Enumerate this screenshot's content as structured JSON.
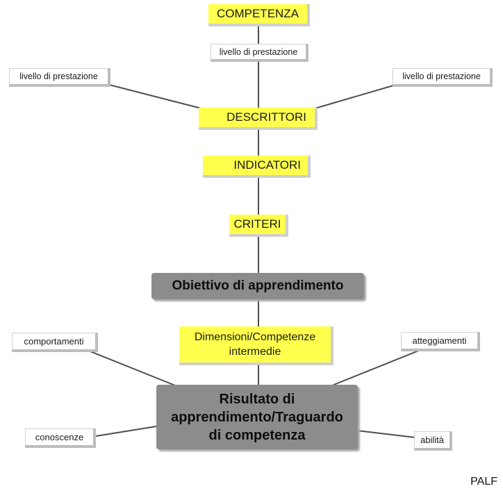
{
  "nodes": {
    "competenza": "COMPETENZA",
    "livello_top": "livello di prestazione",
    "livello_left": "livello di prestazione",
    "livello_right": "livello di prestazione",
    "descrittori": "DESCRITTORI",
    "indicatori": "INDICATORI",
    "criteri": "CRITERI",
    "obiettivo": "Obiettivo di apprendimento",
    "dimensioni_line1": "Dimensioni/Competenze",
    "dimensioni_line2": "intermedie",
    "comportamenti": "comportamenti",
    "atteggiamenti": "atteggiamenti",
    "risultato_line1": "Risultato di",
    "risultato_line2": "apprendimento/Traguardo",
    "risultato_line3": "di competenza",
    "conoscenze": "conoscenze",
    "abilita": "abilità"
  },
  "credit": "PALF",
  "colors": {
    "yellow_node": "#ffff4d",
    "gray_node": "#8c8c8c",
    "connector": "#4d4d4d"
  }
}
